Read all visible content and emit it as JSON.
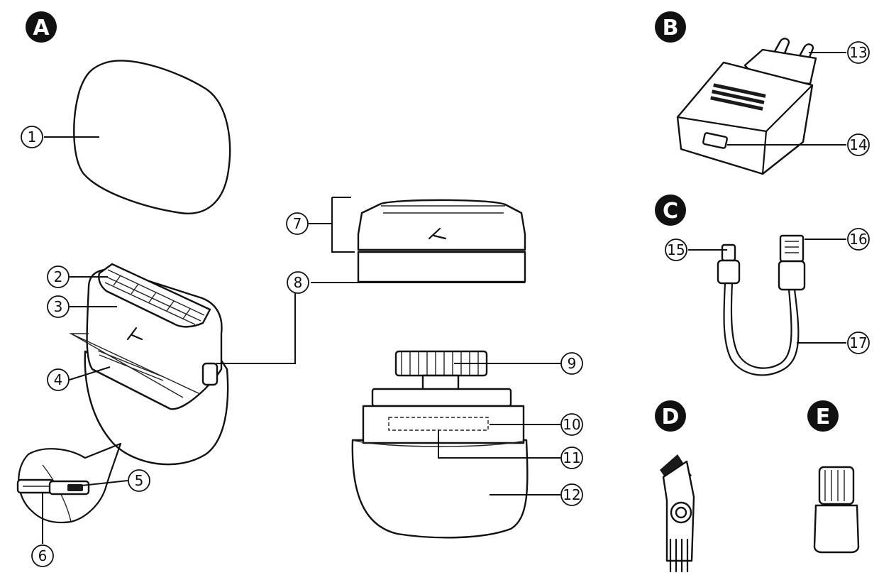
{
  "sections": [
    {
      "id": "A",
      "label": "A"
    },
    {
      "id": "B",
      "label": "B"
    },
    {
      "id": "C",
      "label": "C"
    },
    {
      "id": "D",
      "label": "D"
    },
    {
      "id": "E",
      "label": "E"
    }
  ],
  "callouts": [
    "1",
    "2",
    "3",
    "4",
    "5",
    "6",
    "7",
    "8",
    "9",
    "10",
    "11",
    "12",
    "13",
    "14",
    "15",
    "16",
    "17"
  ],
  "colors": {
    "line": "#111111",
    "background": "#ffffff"
  },
  "icons": [
    "protective-cap",
    "shaver-unit",
    "shaver-head",
    "inner-cutter",
    "shaver-body",
    "usb-power-adapter",
    "usb-cable",
    "cleaning-brush",
    "oil-bottle"
  ]
}
